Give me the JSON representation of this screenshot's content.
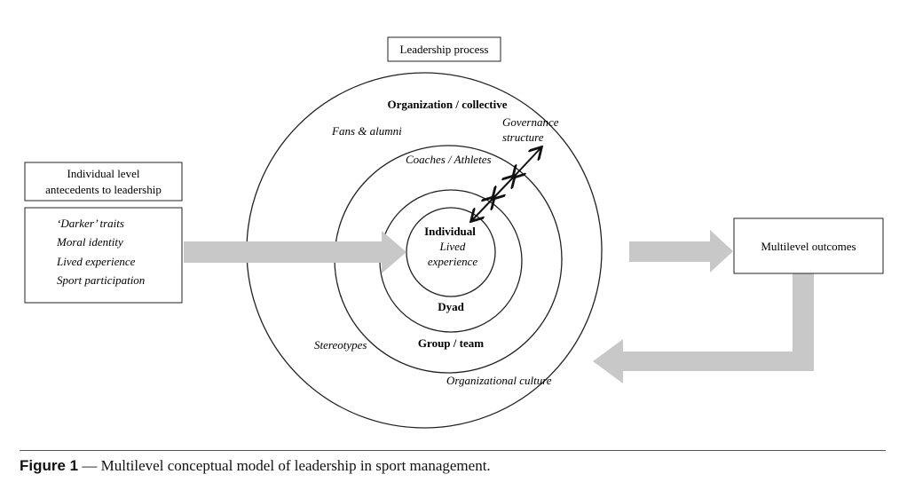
{
  "leadership_process": {
    "label": "Leadership process"
  },
  "antecedents": {
    "title_line1": "Individual level",
    "title_line2": "antecedents to leadership",
    "items": [
      "‘Darker’ traits",
      "Moral identity",
      "Lived experience",
      "Sport participation"
    ]
  },
  "outcomes": {
    "label": "Multilevel outcomes"
  },
  "levels": {
    "organization": "Organization / collective",
    "group": "Group / team",
    "dyad": "Dyad",
    "individual": "Individual",
    "individual_sub_line1": "Lived",
    "individual_sub_line2": "experience"
  },
  "annotations": {
    "fans": "Fans & alumni",
    "governance_line1": "Governance",
    "governance_line2": "structure",
    "coaches": "Coaches / Athletes",
    "stereotypes": "Stereotypes",
    "culture": "Organizational culture"
  },
  "caption": {
    "label": "Figure 1",
    "text": " — Multilevel conceptual model of leadership in sport management."
  },
  "colors": {
    "arrow_fill": "#c8c8c8",
    "stroke": "#222222"
  }
}
